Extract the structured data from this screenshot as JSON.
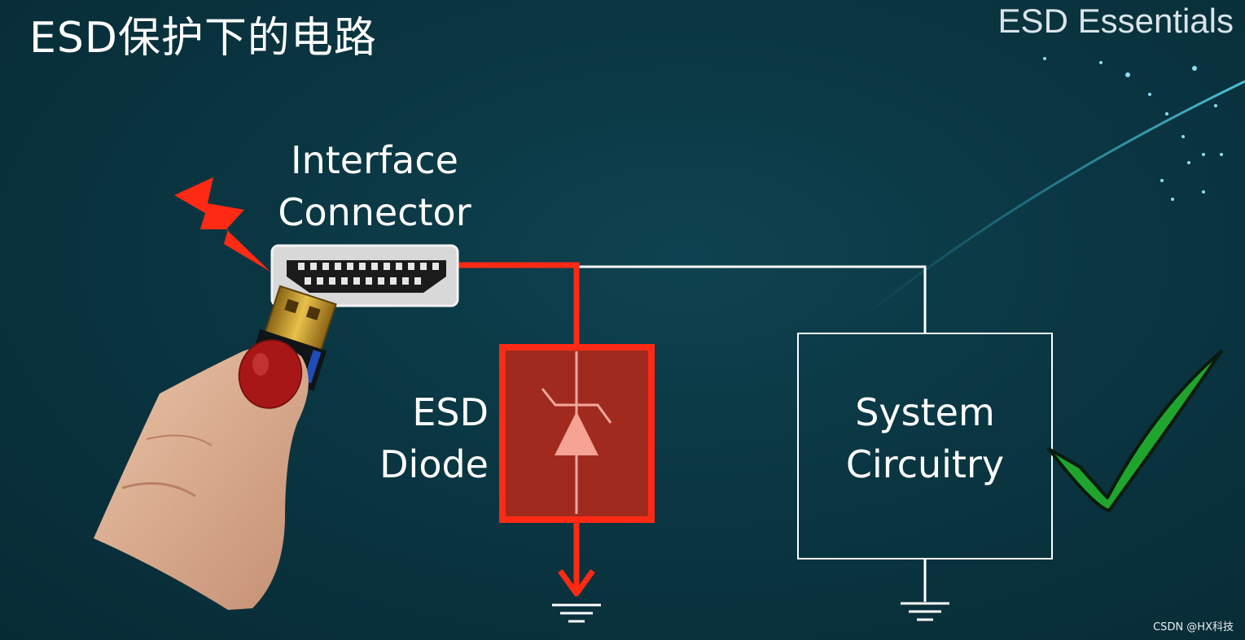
{
  "title": "ESD保护下的电路",
  "brand": "ESD Essentials",
  "labels": {
    "connector_line1": "Interface",
    "connector_line2": "Connector",
    "diode_line1": "ESD",
    "diode_line2": "Diode",
    "system_line1": "System",
    "system_line2": "Circuitry"
  },
  "watermark": "CSDN @HX科技",
  "icons": {
    "lightning": "lightning-bolt-icon",
    "check": "green-checkmark-icon",
    "ground": "ground-symbol-icon",
    "usb": "usb-plug-icon",
    "hdmi": "hdmi-port-icon",
    "tvs": "tvs-diode-icon"
  },
  "colors": {
    "esd_path": "#ff2a14",
    "diode_fill": "#a12a1e",
    "wire": "#ffffff",
    "check": "#1fa52d"
  }
}
